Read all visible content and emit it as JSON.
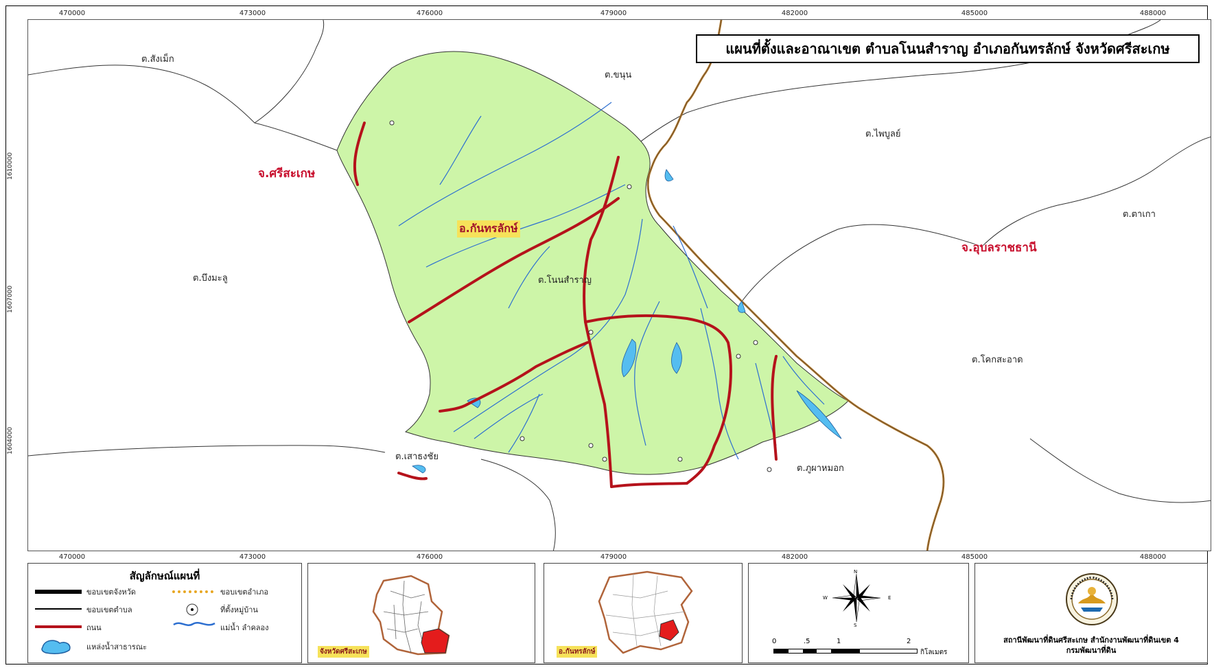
{
  "title": "แผนที่ตั้งและอาณาเขต ตำบลโนนสำราญ อำเภอกันทรลักษ์ จังหวัดศรีสะเกษ",
  "grid": {
    "x_ticks": [
      "470000",
      "473000",
      "476000",
      "479000",
      "482000",
      "485000",
      "488000"
    ],
    "y_ticks": [
      "1610000",
      "1607000",
      "1604000"
    ]
  },
  "labels": {
    "sangmek": "ต.สังเม็ก",
    "khanun": "ต.ขนุน",
    "phaibun": "ต.ไพบูลย์",
    "takao": "ต.ตาเกา",
    "bueng_malu": "ต.บึงมะลู",
    "non_samran": "ต.โนนสำราญ",
    "khok_sa_at": "ต.โคกสะอาด",
    "sao_thong_chai": "ต.เสาธงชัย",
    "phu_pha_mok": "ต.ภูผาหมอก"
  },
  "province_labels": {
    "sisaket": "จ.ศรีสะเกษ",
    "ubon": "จ.อุบลราชธานี"
  },
  "district_label": "อ.กันทรลักษ์",
  "legend": {
    "title": "สัญลักษณ์แผนที่",
    "province_boundary": "ขอบเขตจังหวัด",
    "district_boundary": "ขอบเขตอำเภอ",
    "subdistrict_boundary": "ขอบเขตตำบล",
    "village": "ที่ตั้งหมู่บ้าน",
    "road": "ถนน",
    "stream": "แม่น้ำ ลำคลอง",
    "water_body": "แหล่งน้ำสาธารณะ"
  },
  "inset1_label": "จังหวัดศรีสะเกษ",
  "inset2_label": "อ.กันทรลักษ์",
  "scale": {
    "ticks": [
      "0",
      ".5",
      "1",
      "2"
    ],
    "unit": "กิโลเมตร"
  },
  "compass": {
    "n": "N",
    "s": "S",
    "e": "E",
    "w": "W"
  },
  "agency": {
    "line1": "สถานีพัฒนาที่ดินศรีสะเกษ สำนักงานพัฒนาที่ดินเขต 4",
    "line2": "กรมพัฒนาที่ดิน"
  },
  "colors": {
    "area_fill": "#cdf5a8",
    "road": "#b5121b",
    "stream": "#2d6fd0",
    "water": "#55bdf0",
    "province_border": "#b8823a",
    "inset_highlight": "#e41c1c",
    "inset_border": "#b0643a"
  }
}
